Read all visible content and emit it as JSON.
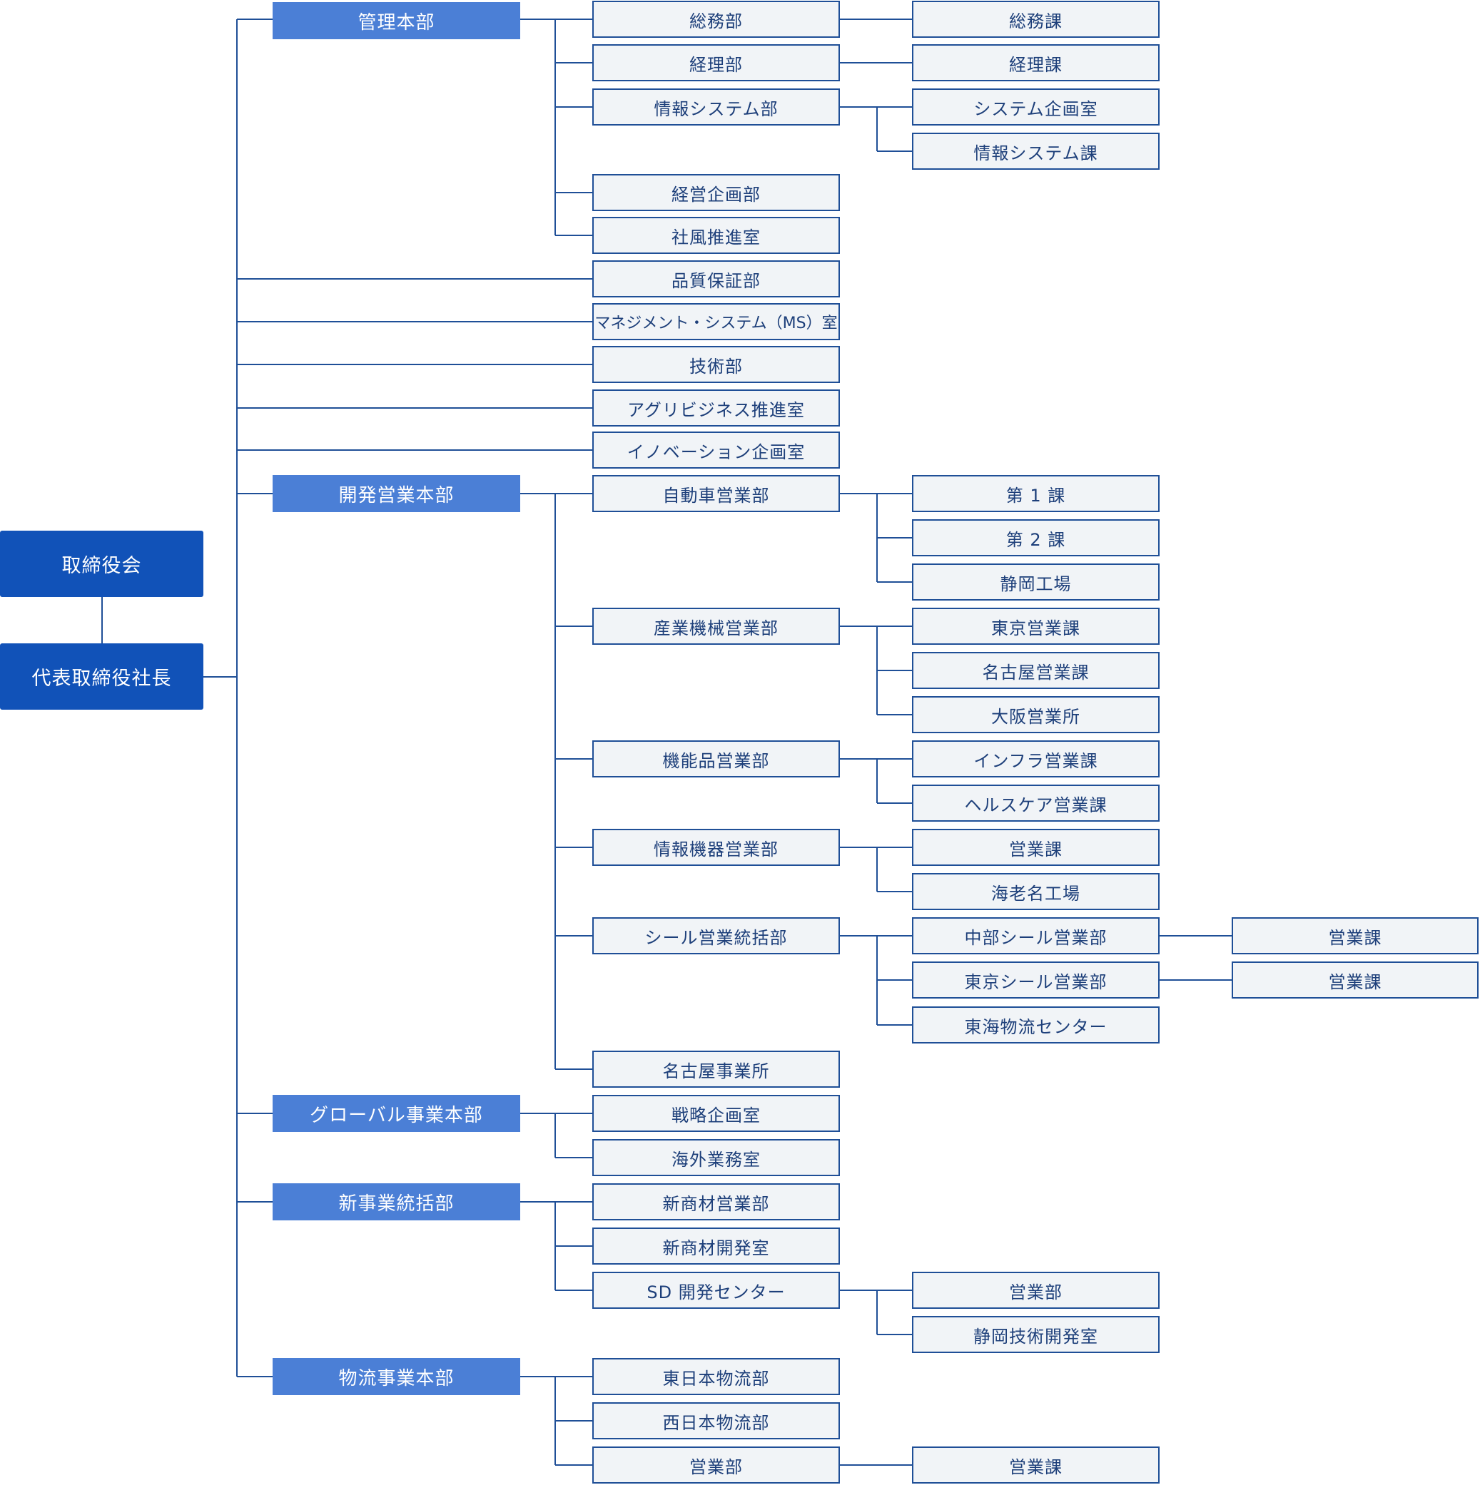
{
  "colors": {
    "top_node_fill": "#1152b8",
    "division_fill": "#4b7fd6",
    "box_fill": "#f1f4f7",
    "box_border": "#1f4f97",
    "connector_line": "#1f4f97"
  },
  "top": {
    "board": "取締役会",
    "president": "代表取締役社長"
  },
  "nodes": {
    "d_kanri": "管理本部",
    "d_kaihatsu": "開発営業本部",
    "d_global": "グローバル事業本部",
    "d_shinjigyo": "新事業統括部",
    "d_butsuryu": "物流事業本部",
    "l2_somu": "総務部",
    "l2_keiri": "経理部",
    "l2_joho": "情報システム部",
    "l2_keiei": "経営企画部",
    "l2_shafu": "社風推進室",
    "l2_hinshitsu": "品質保証部",
    "l2_ms": "マネジメント・システム（MS）室",
    "l2_gijutsu": "技術部",
    "l2_agri": "アグリビジネス推進室",
    "l2_innov": "イノベーション企画室",
    "l2_jidosha": "自動車営業部",
    "l2_sangyo": "産業機械営業部",
    "l2_kinou": "機能品営業部",
    "l2_johokiki": "情報機器営業部",
    "l2_seal": "シール営業統括部",
    "l2_nagoya": "名古屋事業所",
    "l2_senryaku": "戦略企画室",
    "l2_kaigai": "海外業務室",
    "l2_shinshouzai": "新商材営業部",
    "l2_shinkaihatsu": "新商材開発室",
    "l2_sd": "SD 開発センター",
    "l2_higashi": "東日本物流部",
    "l2_nishi": "西日本物流部",
    "l2_eigyobu": "営業部",
    "l3_somuka": "総務課",
    "l3_keirika": "経理課",
    "l3_syskikaku": "システム企画室",
    "l3_johoka": "情報システム課",
    "l3_dai1": "第 1 課",
    "l3_dai2": "第 2 課",
    "l3_shizuoka": "静岡工場",
    "l3_tokyo": "東京営業課",
    "l3_nagoyaka": "名古屋営業課",
    "l3_osaka": "大阪営業所",
    "l3_infra": "インフラ営業課",
    "l3_health": "ヘルスケア営業課",
    "l3_eigyoka1": "営業課",
    "l3_ebina": "海老名工場",
    "l3_chubu": "中部シール営業部",
    "l3_tokyoseal": "東京シール営業部",
    "l3_tokai": "東海物流センター",
    "l3_sd_eigyobu": "営業部",
    "l3_shizuoka_gijutsu": "静岡技術開発室",
    "l3_butsuryu_eigyoka": "営業課",
    "l4_chubu_eigyoka": "営業課",
    "l4_tokyo_eigyoka": "営業課"
  }
}
